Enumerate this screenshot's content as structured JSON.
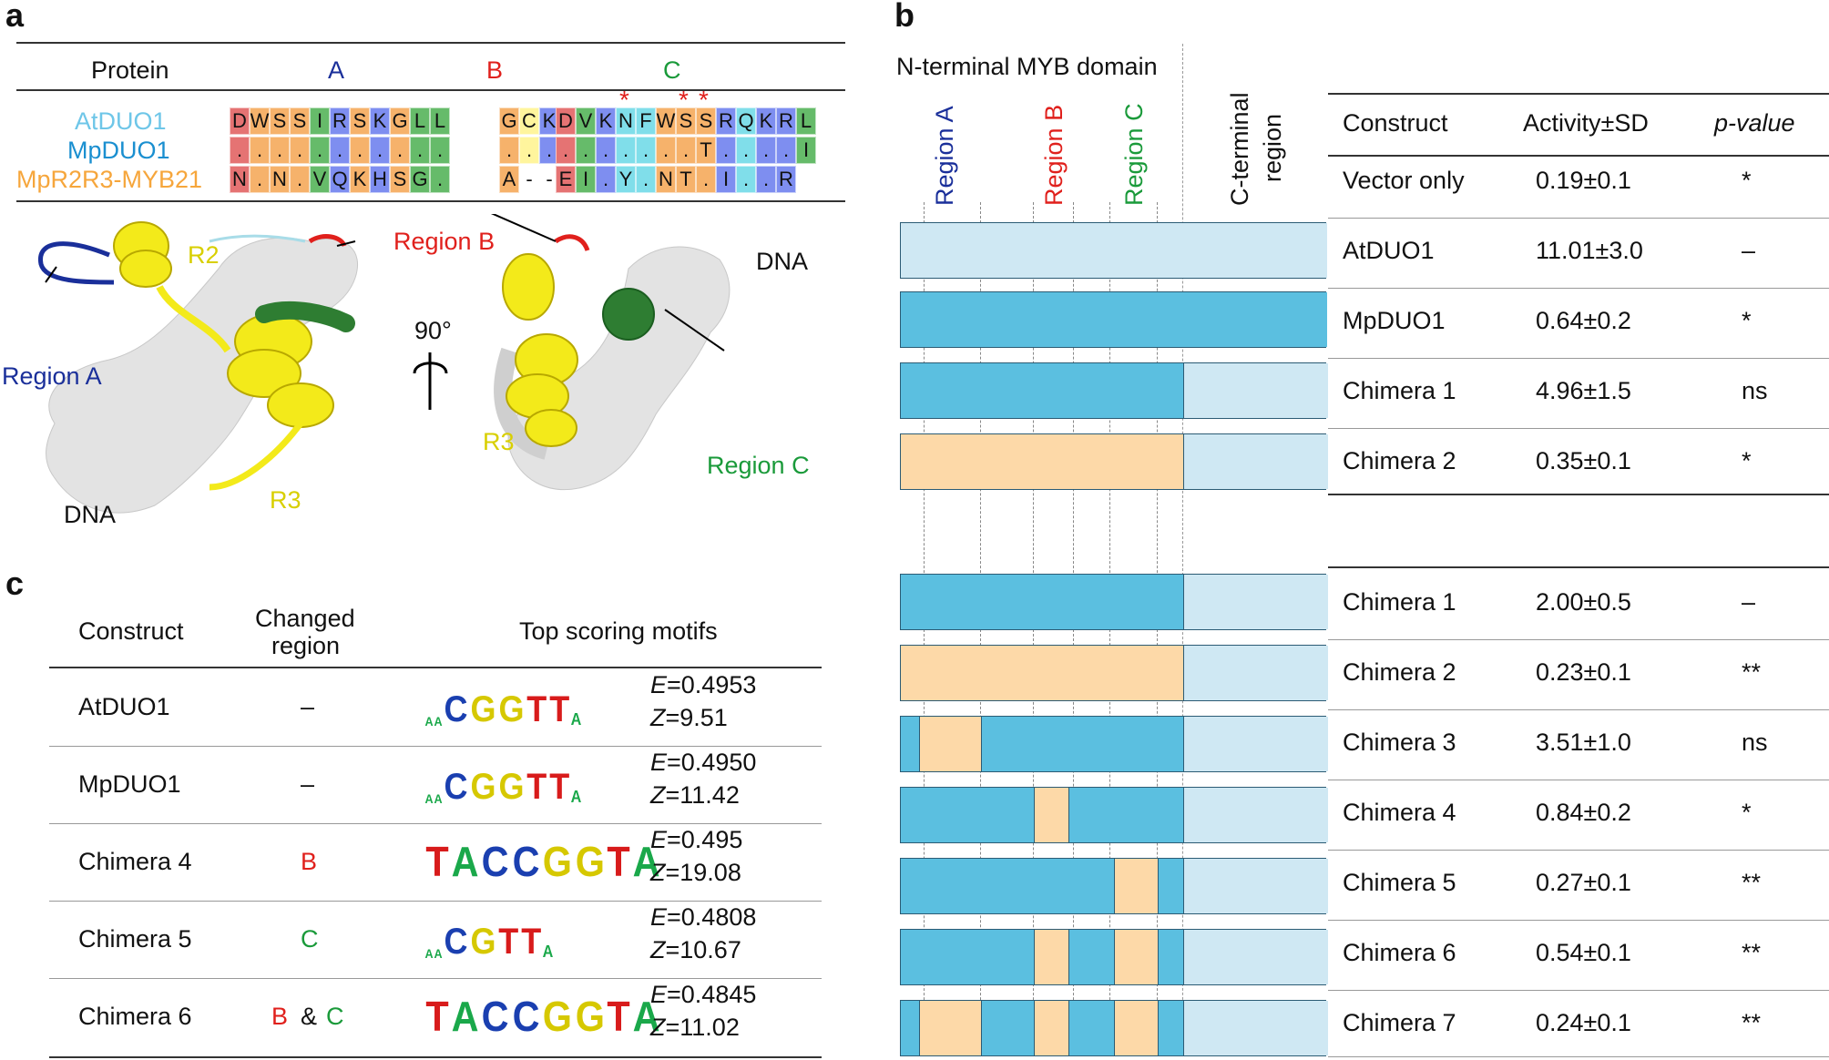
{
  "panel_labels": {
    "a": "a",
    "b": "b",
    "c": "c"
  },
  "panel_a": {
    "header": {
      "protein": "Protein",
      "A": "A",
      "B": "B",
      "C": "C"
    },
    "proteins": [
      "AtDUO1",
      "MpDUO1",
      "MpR2R3-MYB21"
    ],
    "alignment": {
      "A": [
        [
          "D",
          "W",
          "S",
          "S",
          "I",
          "R",
          "S",
          "K",
          "G",
          "L",
          "L"
        ],
        [
          ".",
          ".",
          ".",
          ".",
          ".",
          ".",
          ".",
          ".",
          ".",
          ".",
          "."
        ],
        [
          "N",
          ".",
          "N",
          ".",
          "V",
          "Q",
          "K",
          "H",
          "S",
          "G",
          "."
        ]
      ],
      "B": [
        [
          "G",
          "C",
          "K"
        ],
        [
          ".",
          ".",
          "."
        ],
        [
          "A",
          "-",
          "-"
        ]
      ],
      "C": [
        [
          "D",
          "V",
          "K",
          "N",
          "F",
          "W",
          "S",
          "S",
          "R",
          "Q",
          "K",
          "R",
          "L"
        ],
        [
          ".",
          ".",
          ".",
          ".",
          ".",
          ".",
          ".",
          "T",
          ".",
          ".",
          ".",
          ".",
          "I"
        ],
        [
          "E",
          "I",
          ".",
          "Y",
          ".",
          "N",
          "T",
          ".",
          "I",
          ".",
          ".",
          "R",
          " "
        ]
      ]
    },
    "stars": "*",
    "structure_labels": {
      "R2": "R2",
      "R3_left": "R3",
      "R3_right": "R3",
      "region_a": "Region A",
      "region_b": "Region B",
      "region_c": "Region C",
      "dna_left": "DNA",
      "dna_right": "DNA",
      "rotation": "90°"
    }
  },
  "panel_b": {
    "domain_label": "N-terminal MYB domain",
    "region_labels": [
      "Region A",
      "Region B",
      "Region C"
    ],
    "c_terminal_label": [
      "C-terminal",
      "region"
    ],
    "table_headers": {
      "construct": "Construct",
      "activity": "Activity±SD",
      "pvalue": "p-value"
    },
    "group1": [
      {
        "construct": "Vector only",
        "activity": "0.19±0.1",
        "p": "*"
      },
      {
        "construct": "AtDUO1",
        "activity": "11.01±3.0",
        "p": "–"
      },
      {
        "construct": "MpDUO1",
        "activity": "0.64±0.2",
        "p": "*"
      },
      {
        "construct": "Chimera 1",
        "activity": "4.96±1.5",
        "p": "ns"
      },
      {
        "construct": "Chimera 2",
        "activity": "0.35±0.1",
        "p": "*"
      }
    ],
    "group2": [
      {
        "construct": "Chimera 1",
        "activity": "2.00±0.5",
        "p": "–"
      },
      {
        "construct": "Chimera 2",
        "activity": "0.23±0.1",
        "p": "**"
      },
      {
        "construct": "Chimera 3",
        "activity": "3.51±1.0",
        "p": "ns"
      },
      {
        "construct": "Chimera 4",
        "activity": "0.84±0.2",
        "p": "*"
      },
      {
        "construct": "Chimera 5",
        "activity": "0.27±0.1",
        "p": "**"
      },
      {
        "construct": "Chimera 6",
        "activity": "0.54±0.1",
        "p": "**"
      },
      {
        "construct": "Chimera 7",
        "activity": "0.24±0.1",
        "p": "**"
      }
    ],
    "colors": {
      "light_blue": "#cfe8f3",
      "blue": "#5bbfe0",
      "orange": "#fdd9a8"
    }
  },
  "panel_c": {
    "headers": {
      "construct": "Construct",
      "changed_1": "Changed",
      "changed_2": "region",
      "motifs": "Top scoring motifs"
    },
    "rows": [
      {
        "construct": "AtDUO1",
        "region": "–",
        "region_color": "#111111",
        "motif": "AACGGTTA",
        "E": "0.4953",
        "Z": "9.51"
      },
      {
        "construct": "MpDUO1",
        "region": "–",
        "region_color": "#111111",
        "motif": "AACGGTTA",
        "E": "0.4950",
        "Z": "11.42"
      },
      {
        "construct": "Chimera 4",
        "region": "B",
        "region_color": "#e0201c",
        "motif": "TACCGGTA",
        "E": "0.495",
        "Z": "19.08"
      },
      {
        "construct": "Chimera 5",
        "region": "C",
        "region_color": "#1a9a3a",
        "motif": "AACGTTA",
        "E": "0.4808",
        "Z": "10.67"
      },
      {
        "construct": "Chimera 6",
        "region": "B & C",
        "region_color": "#e0201c",
        "motif": "TACCGGTA",
        "E": "0.4845",
        "Z": "11.02"
      }
    ],
    "e_label": "E",
    "z_label": "Z",
    "eq": "=",
    "region_b_part": "B",
    "amp": " & ",
    "region_c_part": "C"
  }
}
